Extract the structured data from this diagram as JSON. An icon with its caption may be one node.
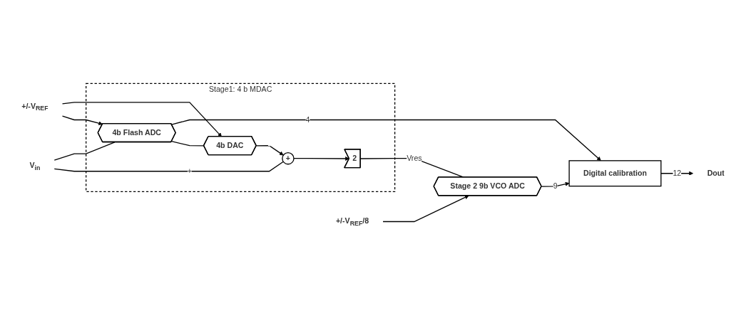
{
  "diagram": {
    "nodes": [
      {
        "text": [
          "Stage1: 4 b MDAC"
        ]
      },
      {
        "text": [
          "V$_{in}$"
        ]
      },
      {
        "text": [
          "+"
        ],
        "in": 0
      },
      {
        "text": [
          "2"
        ],
        "in": 0
      },
      {
        "text": [
          "4b Flash ADC"
        ],
        "in": 0
      },
      {
        "text": [
          "4b DAC"
        ],
        "in": 0
      },
      {
        "text": [
          "+/-V$_{REF}$"
        ]
      },
      {
        "text": [
          "Stage 2 9b VCO ADC"
        ]
      },
      {
        "text": [
          "+/-V$_{REF}$/8"
        ]
      },
      {
        "text": [
          "Digital calibration"
        ]
      },
      {
        "text": [
          "Dout"
        ]
      }
    ],
    "edges": [
      {
        "from": 1,
        "to": 2,
        "arrow": "none",
        "label": "+"
      },
      {
        "from": 1,
        "to": 4,
        "arrow": "none"
      },
      {
        "from": 4,
        "to": 5,
        "arrow": "none"
      },
      {
        "from": 5,
        "to": 2,
        "arrow": "to",
        "label": "-"
      },
      {
        "from": 2,
        "to": 3,
        "arrow": "to"
      },
      {
        "from": 3,
        "to": 7,
        "arrow": "none",
        "label": "Vres"
      },
      {
        "from": 6,
        "to": 4,
        "arrow": "to"
      },
      {
        "from": 6,
        "to": 5,
        "arrow": "to"
      },
      {
        "from": 4,
        "to": 9,
        "arrow": "to",
        "label": "4"
      },
      {
        "from": 8,
        "to": 7,
        "arrow": "to"
      },
      {
        "from": 7,
        "to": 9,
        "arrow": "to",
        "label": "9"
      },
      {
        "from": 9,
        "to": 10,
        "arrow": "to",
        "label": "12"
      }
    ]
  }
}
